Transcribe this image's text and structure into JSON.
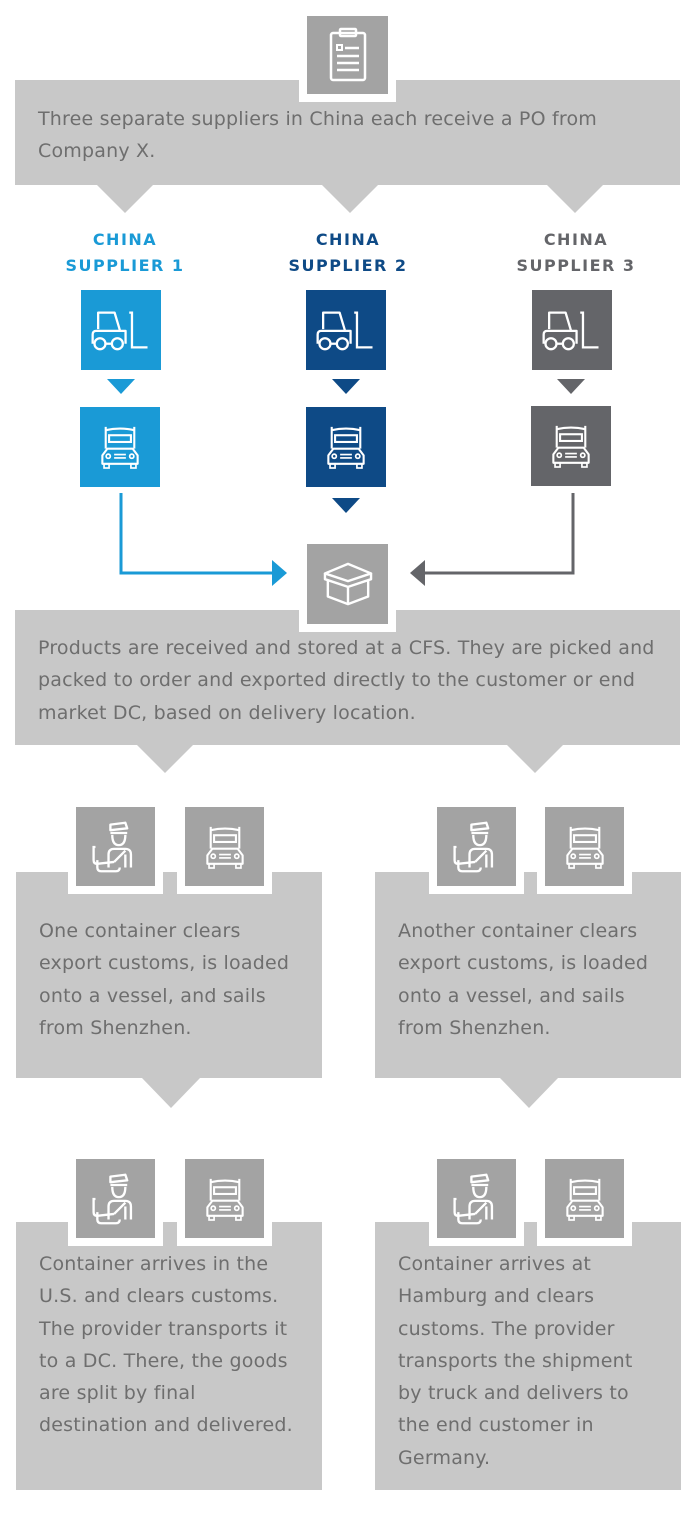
{
  "colors": {
    "supplier1": "#1a9ad6",
    "supplier2": "#0e4a86",
    "supplier3": "#646569",
    "panel": "#c8c8c8",
    "icon_box": "#a3a3a3",
    "text": "#6e6e6e"
  },
  "step1": {
    "icon": "clipboard-icon",
    "text": "Three separate suppliers in China each receive a PO from Company X."
  },
  "suppliers": [
    {
      "line1": "CHINA",
      "line2": "SUPPLIER 1",
      "icons": [
        "forklift-icon",
        "truck-icon"
      ]
    },
    {
      "line1": "CHINA",
      "line2": "SUPPLIER 2",
      "icons": [
        "forklift-icon",
        "truck-icon"
      ]
    },
    {
      "line1": "CHINA",
      "line2": "SUPPLIER 3",
      "icons": [
        "forklift-icon",
        "truck-icon"
      ]
    }
  ],
  "step2": {
    "icon": "box-icon",
    "text": "Products are received and stored at a CFS. They are picked and packed to order and exported directly to the customer or end market DC, based on delivery location."
  },
  "step3": [
    {
      "icons": [
        "customs-officer-icon",
        "truck-icon"
      ],
      "text": "One container clears export customs, is loaded onto a vessel, and sails from Shenzhen."
    },
    {
      "icons": [
        "customs-officer-icon",
        "truck-icon"
      ],
      "text": "Another container clears export customs, is loaded onto a vessel, and sails from Shenzhen."
    }
  ],
  "step4": [
    {
      "icons": [
        "customs-officer-icon",
        "truck-icon"
      ],
      "text": "Container arrives in the U.S. and clears customs. The provider transports it to a DC. There, the goods are split by final destination and delivered."
    },
    {
      "icons": [
        "customs-officer-icon",
        "truck-icon"
      ],
      "text": "Container arrives at Hamburg and clears customs. The provider transports the shipment by truck and delivers to the end customer in Germany."
    }
  ]
}
